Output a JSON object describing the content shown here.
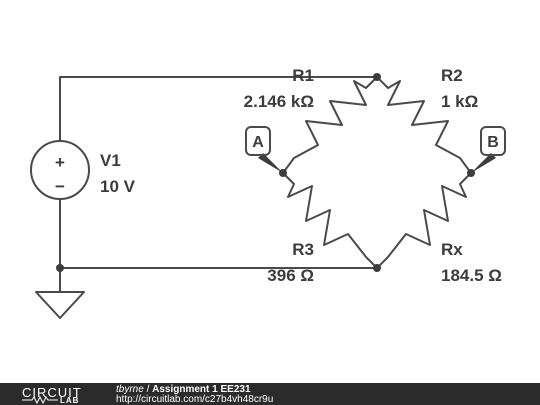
{
  "source": {
    "name": "V1",
    "value": "10 V"
  },
  "resistors": {
    "r1": {
      "name": "R1",
      "value": "2.146 kΩ"
    },
    "r2": {
      "name": "R2",
      "value": "1 kΩ"
    },
    "r3": {
      "name": "R3",
      "value": "396 Ω"
    },
    "rx": {
      "name": "Rx",
      "value": "184.5 Ω"
    }
  },
  "probes": {
    "a": "A",
    "b": "B"
  },
  "source_symbols": {
    "plus": "+",
    "minus": "−"
  },
  "footer": {
    "logo_word": "CIRCUIT",
    "logo_lab": "LAB",
    "author": "tbyrne",
    "separator": " / ",
    "title": "Assignment 1 EE231",
    "url": "http://circuitlab.com/c27b4vh48cr9u"
  },
  "colors": {
    "wire": "#4a4a4a",
    "footer_bg": "#2b2b2b",
    "text": "#3c3c3c"
  }
}
